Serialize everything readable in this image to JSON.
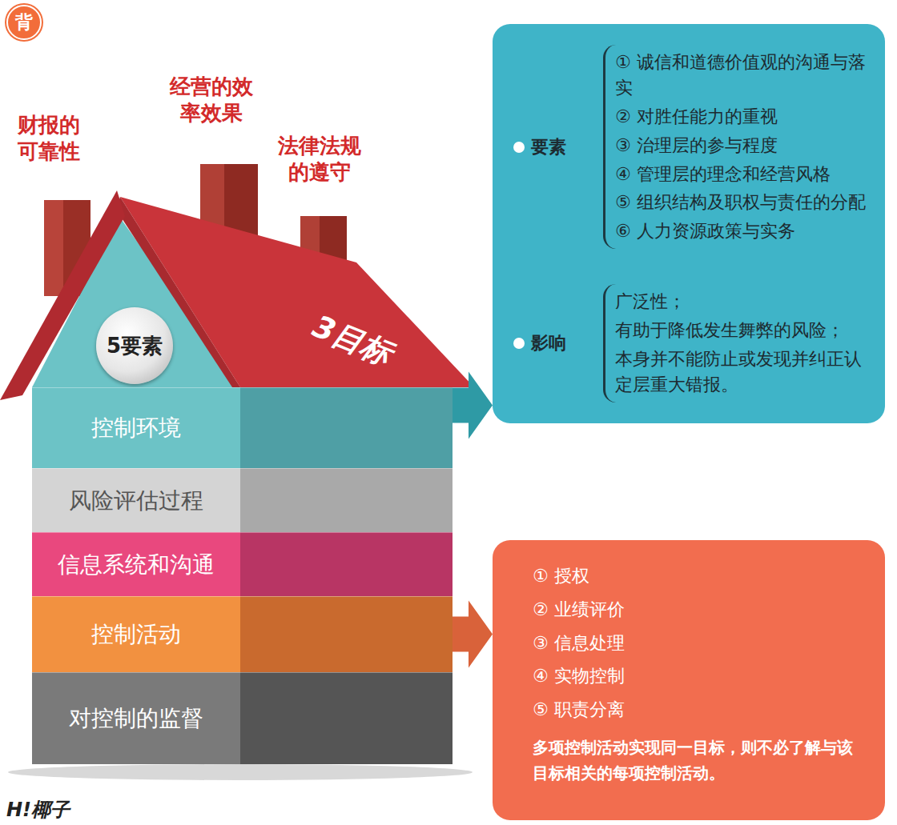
{
  "diagram": {
    "nodes": [
      {
        "text": [
          "3目标"
        ]
      },
      {
        "text": [
          "5要素"
        ]
      },
      {
        "text": [
          "控制环境"
        ]
      },
      {
        "text": [
          "风险评估过程"
        ]
      },
      {
        "text": [
          "信息系统和沟通"
        ]
      },
      {
        "text": [
          "控制活动"
        ]
      },
      {
        "text": [
          "对控制的监督"
        ]
      },
      {
        "text": [
          "要素",
          "① 诚信和道德价值观的沟通与落实",
          "② 对胜任能力的重视",
          "③ 治理层的参与程度",
          "④ 管理层的理念和经营风格",
          "⑤ 组织结构及职权与责任的分配",
          "⑥ 人力资源政策与实务",
          "影响",
          "广泛性；",
          "有助于降低发生舞弊的风险；",
          "本身并不能防止或发现并纠正认定层重大错报。"
        ]
      },
      {
        "text": [
          "① 授权",
          "② 业绩评价",
          "③ 信息处理",
          "④ 实物控制",
          "⑤ 职责分离",
          "多项控制活动实现同一目标，则不必了解与该目标相关的每项控制活动。"
        ]
      }
    ],
    "edges": [
      {
        "from": 2,
        "to": 7,
        "arrow": "to"
      },
      {
        "from": 5,
        "to": 8,
        "arrow": "to"
      }
    ],
    "labels": [
      "背",
      "财报的可靠性",
      "经营的效率效果",
      "法律法规的遵守",
      "H!椰子"
    ]
  }
}
